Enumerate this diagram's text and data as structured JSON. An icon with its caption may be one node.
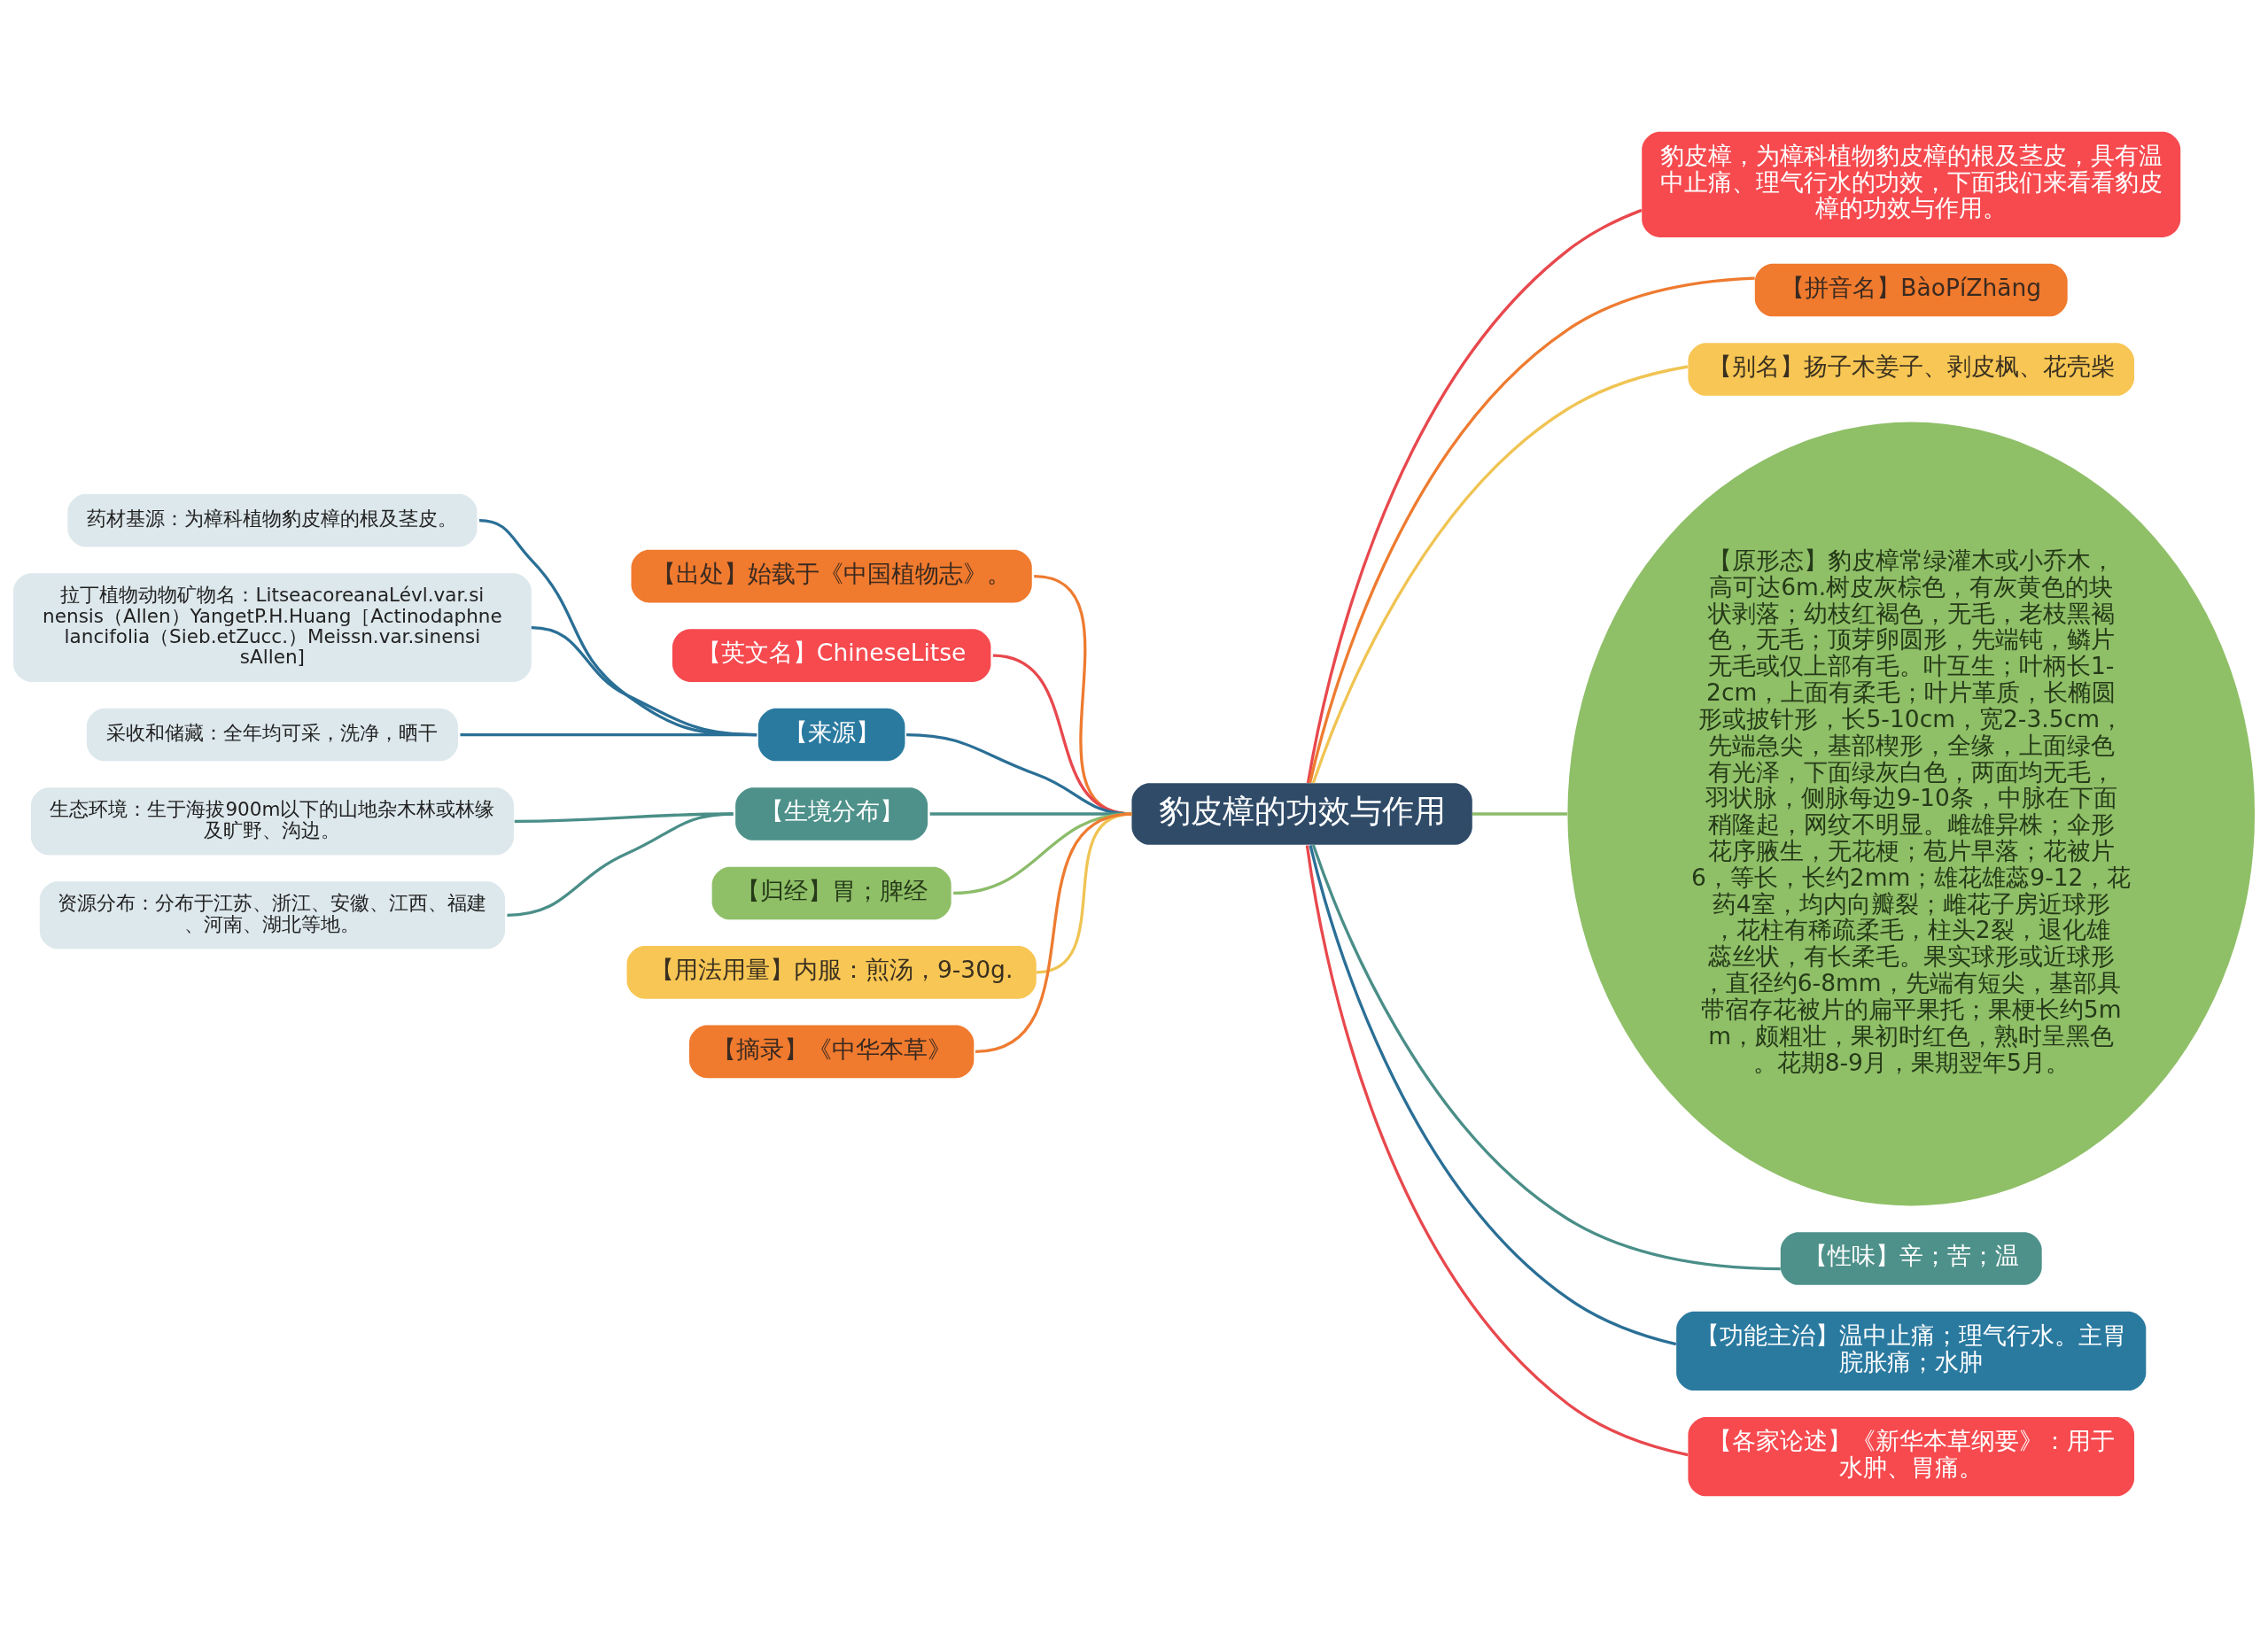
{
  "diagram": {
    "nodes": [
      {
        "text": [
          "豹皮樟的功效与作用"
        ]
      },
      {
        "text": [
          "豹皮樟，为樟科植物豹皮樟的根及茎皮，具有温中止痛、理气行水的功效，下面我们来看看豹皮樟的功效与作用。"
        ]
      },
      {
        "text": [
          "【拼音名】BàoPíZhāng"
        ]
      },
      {
        "text": [
          "【别名】扬子木姜子、剥皮枫、花壳柴"
        ]
      },
      {
        "text": [
          "【原形态】豹皮樟常绿灌木或小乔木，高可达6m.树皮灰棕色，有灰黄色的块状剥落；幼枝红褐色，无毛，老枝黑褐色，无毛；顶芽卵圆形，先端钝，鳞片无毛或仅上部有毛。叶互生；叶柄长1-2cm，上面有柔毛；叶片革质，长椭圆形或披针形，长5-10cm，宽2-3.5cm，先端急尖，基部楔形，全缘，上面绿色有光泽，下面绿灰白色，两面均无毛，羽状脉，侧脉每边9-10条，中脉在下面稍隆起，网纹不明显。雌雄异株；伞形花序腋生，无花梗；苞片早落；花被片6，等长，长约2mm；雄花雄蕊9-12，花药4室，均内向瓣裂；雌花子房近球形，花柱有稀疏柔毛，柱头2裂，退化雄蕊丝状，有长柔毛。果实球形或近球形，直径约6-8mm，先端有短尖，基部具带宿存花被片的扁平果托；果梗长约5mm，颇粗壮，果初时红色，熟时呈黑色。花期8-9月，果期翌年5月。"
        ]
      },
      {
        "text": [
          "【性味】辛；苦；温"
        ]
      },
      {
        "text": [
          "【功能主治】温中止痛；理气行水。主胃脘胀痛；水肿"
        ]
      },
      {
        "text": [
          "【各家论述】《新华本草纲要》：用于水肿、胃痛。"
        ]
      },
      {
        "text": [
          "【出处】始载于《中国植物志》。"
        ]
      },
      {
        "text": [
          "【英文名】ChineseLitse"
        ]
      },
      {
        "text": [
          "【来源】"
        ]
      },
      {
        "text": [
          "药材基源：为樟科植物豹皮樟的根及茎皮。"
        ]
      },
      {
        "text": [
          "拉丁植物动物矿物名：LitseacoreanaLévl.var.sinensis（Allen）YangetP.H.Huang［Actinodaphnelancifolia（Sieb.etZucc.）Meissn.var.sinensisAllen]"
        ]
      },
      {
        "text": [
          "采收和储藏：全年均可采，洗净，晒干"
        ]
      },
      {
        "text": [
          "【生境分布】"
        ]
      },
      {
        "text": [
          "生态环境：生于海拔900m以下的山地杂木林或林缘及旷野、沟边。"
        ]
      },
      {
        "text": [
          "资源分布：分布于江苏、浙江、安徽、江西、福建、河南、湖北等地。"
        ]
      },
      {
        "text": [
          "【归经】胃；脾经"
        ]
      },
      {
        "text": [
          "【用法用量】内服：煎汤，9-30g."
        ]
      },
      {
        "text": [
          "【摘录】《中华本草》"
        ]
      }
    ],
    "edges": [
      {
        "from": 0,
        "to": 1,
        "arrow": "none",
        "color": "#e8484d"
      },
      {
        "from": 0,
        "to": 2,
        "arrow": "none",
        "color": "#ee7b30"
      },
      {
        "from": 0,
        "to": 3,
        "arrow": "none",
        "color": "#f0c453"
      },
      {
        "from": 0,
        "to": 4,
        "arrow": "none",
        "color": "#8cbc6a"
      },
      {
        "from": 0,
        "to": 5,
        "arrow": "none",
        "color": "#4a8e88"
      },
      {
        "from": 0,
        "to": 6,
        "arrow": "none",
        "color": "#2a6f96"
      },
      {
        "from": 0,
        "to": 7,
        "arrow": "none",
        "color": "#e8484d"
      },
      {
        "from": 0,
        "to": 8,
        "arrow": "none",
        "color": "#ee7b30"
      },
      {
        "from": 0,
        "to": 9,
        "arrow": "none",
        "color": "#e8484d"
      },
      {
        "from": 0,
        "to": 10,
        "arrow": "none",
        "color": "#2a6f96"
      },
      {
        "from": 10,
        "to": 11,
        "arrow": "none",
        "color": "#2a6f96"
      },
      {
        "from": 10,
        "to": 12,
        "arrow": "none",
        "color": "#2a6f96"
      },
      {
        "from": 10,
        "to": 13,
        "arrow": "none",
        "color": "#2a6f96"
      },
      {
        "from": 0,
        "to": 14,
        "arrow": "none",
        "color": "#4a8e88"
      },
      {
        "from": 14,
        "to": 15,
        "arrow": "none",
        "color": "#4a8e88"
      },
      {
        "from": 14,
        "to": 16,
        "arrow": "none",
        "color": "#4a8e88"
      },
      {
        "from": 0,
        "to": 17,
        "arrow": "none",
        "color": "#8cbc6a"
      },
      {
        "from": 0,
        "to": 18,
        "arrow": "none",
        "color": "#f0c453"
      },
      {
        "from": 0,
        "to": 19,
        "arrow": "none",
        "color": "#ee7b30"
      }
    ]
  }
}
